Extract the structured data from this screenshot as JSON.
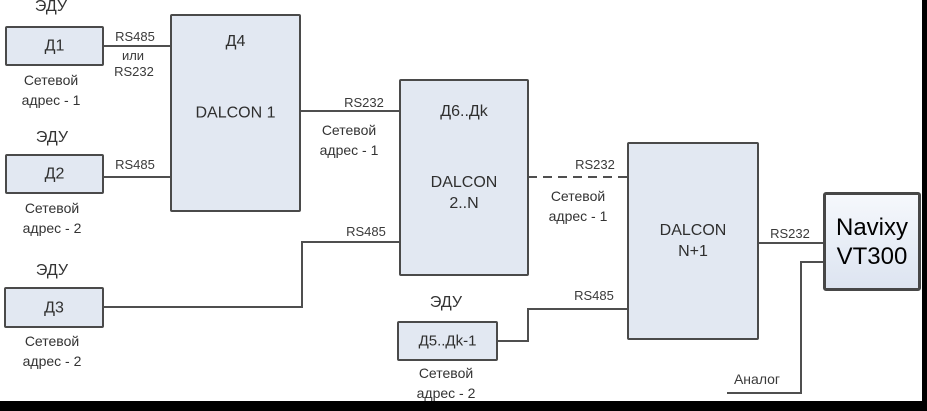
{
  "colors": {
    "box_fill": "#e2e8f2",
    "box_border": "#4a4a4a",
    "wire": "#4f4f4f",
    "text": "#333333",
    "frame": "#000000"
  },
  "nodes": {
    "d1": {
      "header": "ЭДУ",
      "label": "Д1",
      "caption": "Сетевой\nадрес - 1"
    },
    "d2": {
      "header": "ЭДУ",
      "label": "Д2",
      "caption": "Сетевой\nадрес - 2"
    },
    "d3": {
      "header": "ЭДУ",
      "label": "Д3",
      "caption": "Сетевой\nадрес - 2"
    },
    "dalcon1": {
      "sublabel": "Д4",
      "label": "DALCON 1"
    },
    "dalcon2n": {
      "sublabel": "Д6..Дk",
      "label": "DALCON\n2..N"
    },
    "d5": {
      "header": "ЭДУ",
      "label": "Д5..Дk-1",
      "caption": "Сетевой\nадрес - 2"
    },
    "dalconn1": {
      "label": "DALCON\nN+1"
    },
    "navixy": {
      "label": "Navixy\nVT300"
    }
  },
  "links": {
    "d1_dalcon1": {
      "labels": [
        "RS485",
        "или",
        "RS232"
      ]
    },
    "d2_dalcon1": {
      "label": "RS485"
    },
    "dalcon1_dalcon2n": {
      "label": "RS232",
      "caption": "Сетевой\nадрес - 1"
    },
    "d3_dalcon2n": {
      "label": "RS485"
    },
    "dalcon2n_dalconn1": {
      "label": "RS232",
      "caption": "Сетевой\nадрес - 1",
      "style": "dashed"
    },
    "d5_dalconn1": {
      "label": "RS485"
    },
    "dalconn1_navixy": {
      "label": "RS232"
    },
    "analog_navixy": {
      "label": "Аналог"
    }
  }
}
